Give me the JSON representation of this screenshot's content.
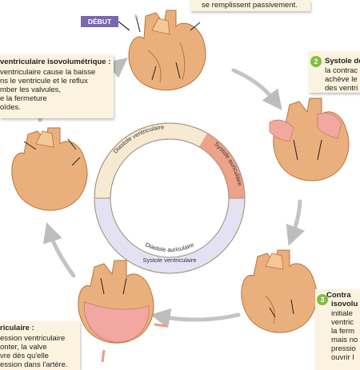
{
  "start_label": "DÉBUT",
  "top_note": "se remplissent passivement.",
  "left_box": {
    "title": "ventriculaire isovolumétrique :",
    "lines": [
      "ventriculaire cause la baisse",
      "ns le ventricule et le reflux",
      "mber les valvules,",
      "e la fermeture",
      "oïdes."
    ]
  },
  "step2": {
    "number": "2",
    "title": "Systole de",
    "lines": [
      "la contrac",
      "achève le",
      "des ventri"
    ]
  },
  "step3": {
    "number": "3",
    "title_lines": [
      "Contra",
      "isovolu"
    ],
    "lines": [
      "initiale",
      "ventric",
      "la ferm",
      "mais no",
      "pressio",
      "ouvrir l"
    ]
  },
  "bottom_left_box": {
    "title": "riculaire :",
    "lines": [
      "ession ventriculaire",
      "onter, la valve",
      "vre dès qu'elle",
      "ession dans l'artère."
    ]
  },
  "ring": {
    "outer_labels": {
      "diastole_ventriculaire": "Diastole ventriculaire",
      "systole_auriculaire": "Systole auriculaire"
    },
    "inner_labels": {
      "diastole_auriculaire": "Diastole auriculaire",
      "systole_ventriculaire": "Systole ventriculaire"
    }
  },
  "colors": {
    "heart": "#e9b07d",
    "heart_dark": "#b8743c",
    "heart_pink": "#f2a7a0",
    "ring_outer": "#f6ead2",
    "ring_highlight": "#ee9a82",
    "ring_inner_bottom": "#e4e2f2",
    "arrow_grey": "#bdbdbd",
    "box_bg": "#fbf3df",
    "start_bg": "#7a67b0",
    "step_green": "#7fbf3f"
  }
}
